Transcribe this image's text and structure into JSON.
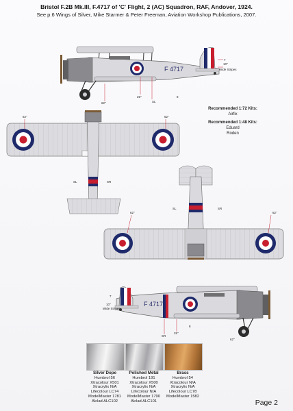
{
  "header": {
    "title": "Bristol F.2B Mk.III, F.4717 of 'C' Flight, 2 (AC) Squadron, RAF, Andover, 1924.",
    "subtitle": "See p.6 Wings of Silver, Mike Starmer & Peter Freeman, Aviation Workshop Publications, 2007."
  },
  "kits": {
    "h172": "Recommended 1:72 Kits:",
    "k172": "Airfix",
    "h148": "Recommended 1:48 Kits:",
    "k148a": "Eduard",
    "k148b": "Roden"
  },
  "annotations": {
    "serial": "F 4717",
    "serial_tail": "F 4717",
    "wide_stripes": "Wide Stripes",
    "a7": "7",
    "a10": "10\"",
    "a62": "62\"",
    "a25": "25\"",
    "a8": "8",
    "sl": "SL",
    "sr": "SR"
  },
  "colors": {
    "navy": "#1f2a6b",
    "red": "#c81e2e",
    "silver": "#d8d8dc",
    "engine": "#7a7a7e"
  },
  "paints": [
    {
      "name": "Silver Dope",
      "lines": [
        "Humbrol 56",
        "Xtracolour X501",
        "Xtracrylix N/A",
        "Lifecolour LC74",
        "ModelMaster 1781",
        "Alclad ALC102"
      ]
    },
    {
      "name": "Polished Metal",
      "lines": [
        "Humbrol 191",
        "Xtracolour X500",
        "Xtracrylix N/A",
        "Lifecolour N/A",
        "ModelMaster 1790",
        "Alclad ALC101"
      ]
    },
    {
      "name": "Brass",
      "lines": [
        "Humbrol 54",
        "Xtracolour N/A",
        "Xtracrylix N/A",
        "Lifecolour LC78",
        "ModelMaster 1582"
      ]
    }
  ],
  "footer": {
    "page": "Page 2"
  }
}
